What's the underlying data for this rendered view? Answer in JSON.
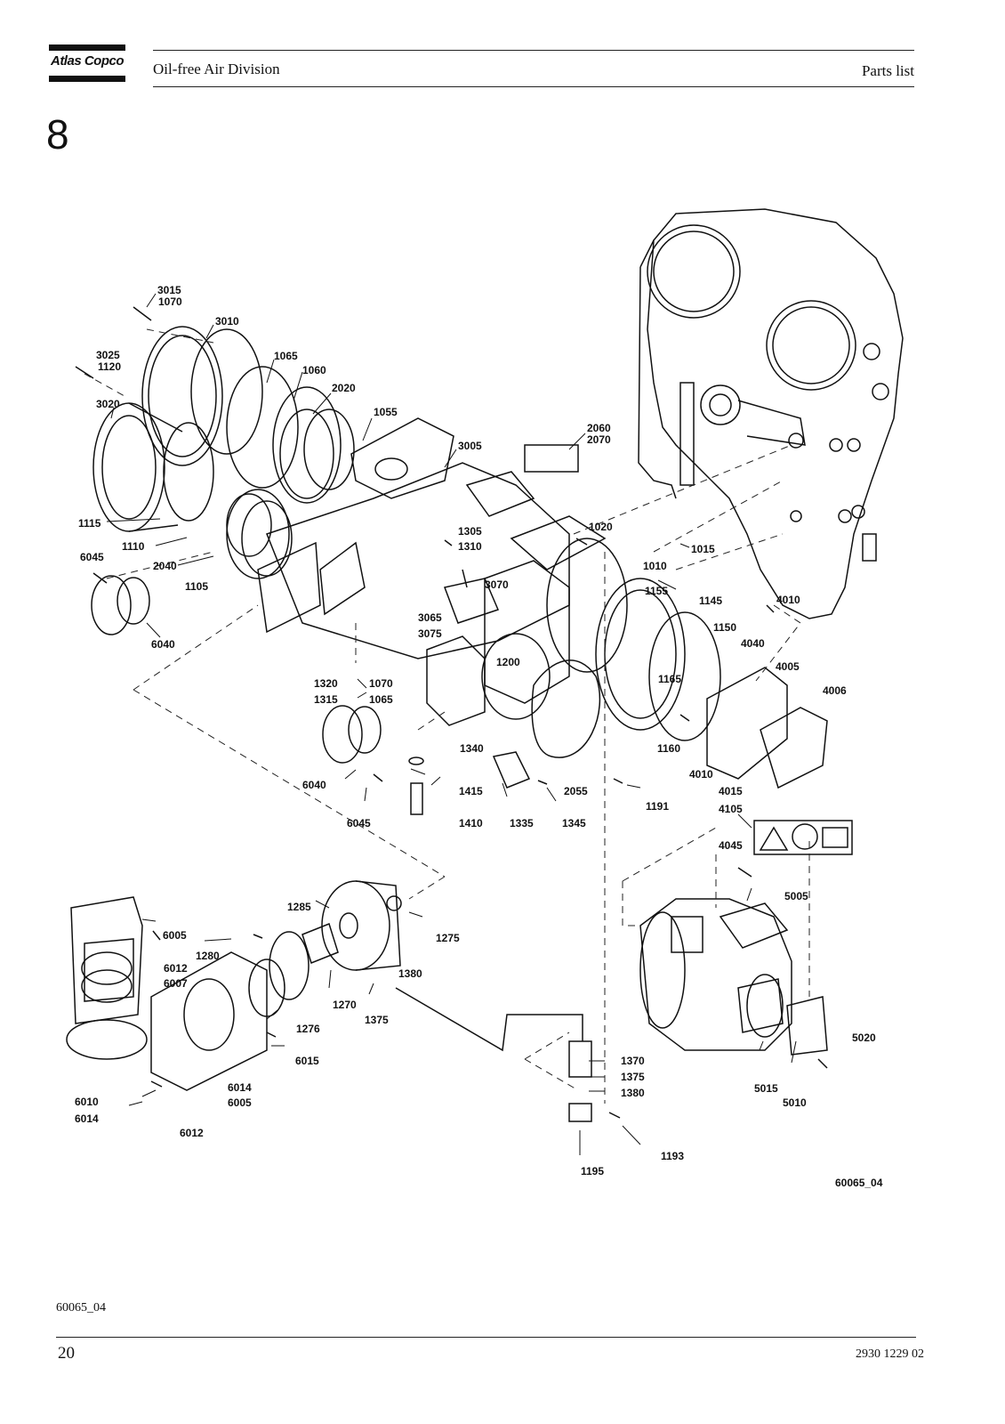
{
  "header": {
    "logo_text": "Atlas Copco",
    "division": "Oil-free Air Division",
    "section": "Parts list"
  },
  "chapter_number": "8",
  "diagram": {
    "drawing_code": "60065_04",
    "callouts": {
      "c3015": "3015",
      "c1070a": "1070",
      "c3010": "3010",
      "c3025": "3025",
      "c1120": "1120",
      "c3020": "3020",
      "c1065a": "1065",
      "c1060": "1060",
      "c2020": "2020",
      "c1055": "1055",
      "c3005": "3005",
      "c2060": "2060",
      "c2070": "2070",
      "c1115": "1115",
      "c1110": "1110",
      "c6045a": "6045",
      "c2040": "2040",
      "c1105": "1105",
      "c6040a": "6040",
      "c1305": "1305",
      "c1310": "1310",
      "c3070": "3070",
      "c1020": "1020",
      "c1015": "1015",
      "c1010": "1010",
      "c1155": "1155",
      "c1145": "1145",
      "c4010a": "4010",
      "c1150": "1150",
      "c3065": "3065",
      "c3075": "3075",
      "c4040": "4040",
      "c1200": "1200",
      "c4005": "4005",
      "c1165": "1165",
      "c4006": "4006",
      "c1320": "1320",
      "c1070b": "1070",
      "c1315": "1315",
      "c1065b": "1065",
      "c1340": "1340",
      "c1160": "1160",
      "c4010b": "4010",
      "c4015": "4015",
      "c6040b": "6040",
      "c1415": "1415",
      "c2055": "2055",
      "c1191": "1191",
      "c6045b": "6045",
      "c1410": "1410",
      "c1335": "1335",
      "c1345": "1345",
      "c4105": "4105",
      "c4045": "4045",
      "c5005": "5005",
      "c1285": "1285",
      "c1275": "1275",
      "c6005a": "6005",
      "c1280": "1280",
      "c6012a": "6012",
      "c6007": "6007",
      "c1380a": "1380",
      "c1270": "1270",
      "c1375a": "1375",
      "c1276": "1276",
      "c6015": "6015",
      "c6014a": "6014",
      "c6010": "6010",
      "c6005b": "6005",
      "c6014b": "6014",
      "c6012b": "6012",
      "c1370": "1370",
      "c1375b": "1375",
      "c1380b": "1380",
      "c5020": "5020",
      "c5015": "5015",
      "c5010": "5010",
      "c1193": "1193",
      "c1195": "1195"
    }
  },
  "footer": {
    "drawing_ref": "60065_04",
    "page_number": "20",
    "doc_number": "2930 1229 02"
  }
}
